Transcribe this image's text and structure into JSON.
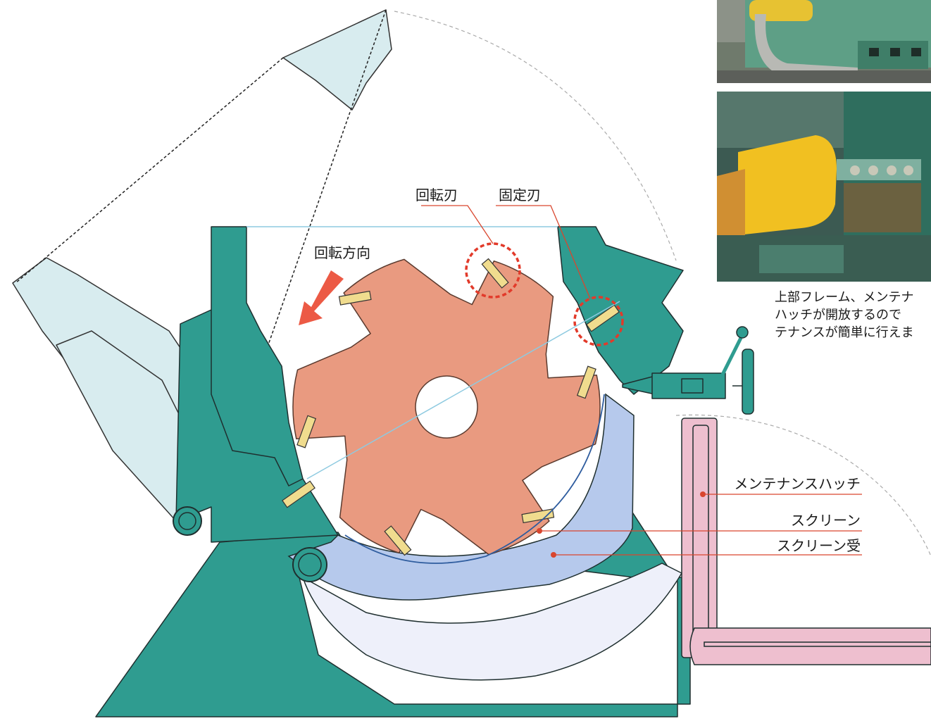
{
  "labels": {
    "rotating_blade": "回転刃",
    "fixed_blade": "固定刃",
    "rotation_direction": "回転方向",
    "maintenance_hatch": "メンテナンスハッチ",
    "screen": "スクリーン",
    "screen_holder": "スクリーン受"
  },
  "caption": {
    "lines": [
      "上部フレーム、メンテナ",
      "ハッチが開放するので",
      "テナンスが簡単に行えま"
    ]
  },
  "photos": [
    {
      "subject": "machine-with-duct-photo"
    },
    {
      "subject": "machine-with-yellow-cover-photo"
    }
  ],
  "colors": {
    "frame": "#2f9c90",
    "frame_ghost": "#d8ecef",
    "rotor": "#e99a80",
    "blade": "#f0dc8e",
    "screen_holder": "#b6c9ec",
    "hatch": "#eebfcf",
    "highlight": "#e23a2a",
    "arrow": "#ec5a45",
    "leader": "#d9462e",
    "guide": "#8ecae0"
  }
}
